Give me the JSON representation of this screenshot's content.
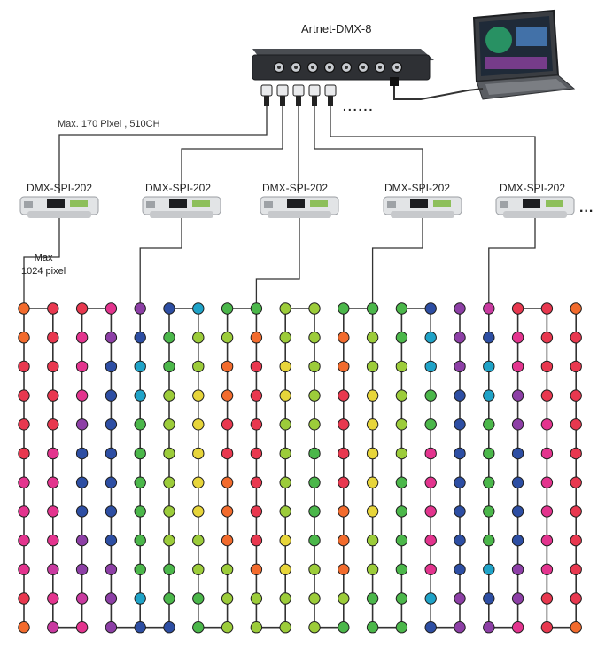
{
  "hub": {
    "label": "Artnet-DMX-8",
    "ellipsis": "......"
  },
  "info": "Max. 170 Pixel , 510CH",
  "controllers": [
    {
      "label": "DMX-SPI-202"
    },
    {
      "label": "DMX-SPI-202"
    },
    {
      "label": "DMX-SPI-202"
    },
    {
      "label": "DMX-SPI-202"
    },
    {
      "label": "DMX-SPI-202"
    }
  ],
  "controllers_more": "...",
  "max_pixel": {
    "line1": "Max",
    "line2": "1024 pixel"
  },
  "palette": {
    "orange": "#f26b2d",
    "red": "#e8384f",
    "pink": "#e3348e",
    "purple": "#8d3fa6",
    "blue": "#2d4ea3",
    "cyan": "#1fa3c8",
    "green": "#4bb74a",
    "lime": "#9ccc3a",
    "yellow": "#e7d53a",
    "magenta": "#c93aa0"
  },
  "pixel_columns": [
    [
      "orange",
      "orange",
      "red",
      "red",
      "red",
      "red",
      "pink",
      "pink",
      "pink",
      "pink",
      "red",
      "orange"
    ],
    [
      "red",
      "red",
      "red",
      "red",
      "red",
      "pink",
      "pink",
      "pink",
      "pink",
      "magenta",
      "pink",
      "magenta"
    ],
    [
      "red",
      "pink",
      "pink",
      "pink",
      "purple",
      "blue",
      "blue",
      "blue",
      "purple",
      "purple",
      "magenta",
      "pink"
    ],
    [
      "pink",
      "purple",
      "blue",
      "blue",
      "blue",
      "blue",
      "blue",
      "blue",
      "blue",
      "purple",
      "purple",
      "purple"
    ],
    [
      "purple",
      "blue",
      "cyan",
      "cyan",
      "green",
      "green",
      "green",
      "green",
      "green",
      "green",
      "cyan",
      "blue"
    ],
    [
      "blue",
      "green",
      "green",
      "lime",
      "lime",
      "lime",
      "lime",
      "lime",
      "lime",
      "green",
      "green",
      "blue"
    ],
    [
      "cyan",
      "lime",
      "lime",
      "yellow",
      "yellow",
      "yellow",
      "yellow",
      "yellow",
      "lime",
      "lime",
      "green",
      "green"
    ],
    [
      "green",
      "lime",
      "orange",
      "orange",
      "red",
      "red",
      "orange",
      "orange",
      "orange",
      "lime",
      "lime",
      "lime"
    ],
    [
      "green",
      "orange",
      "red",
      "red",
      "red",
      "red",
      "red",
      "red",
      "red",
      "orange",
      "lime",
      "lime"
    ],
    [
      "lime",
      "lime",
      "yellow",
      "yellow",
      "lime",
      "lime",
      "lime",
      "lime",
      "yellow",
      "yellow",
      "lime",
      "lime"
    ],
    [
      "lime",
      "lime",
      "lime",
      "lime",
      "lime",
      "green",
      "green",
      "green",
      "green",
      "lime",
      "lime",
      "lime"
    ],
    [
      "green",
      "orange",
      "orange",
      "red",
      "red",
      "red",
      "red",
      "orange",
      "orange",
      "orange",
      "lime",
      "green"
    ],
    [
      "green",
      "lime",
      "lime",
      "yellow",
      "yellow",
      "yellow",
      "yellow",
      "yellow",
      "lime",
      "lime",
      "green",
      "green"
    ],
    [
      "green",
      "green",
      "lime",
      "lime",
      "lime",
      "lime",
      "green",
      "green",
      "green",
      "green",
      "green",
      "green"
    ],
    [
      "blue",
      "cyan",
      "cyan",
      "green",
      "green",
      "pink",
      "pink",
      "pink",
      "pink",
      "pink",
      "cyan",
      "blue"
    ],
    [
      "purple",
      "purple",
      "purple",
      "blue",
      "blue",
      "blue",
      "blue",
      "blue",
      "blue",
      "blue",
      "purple",
      "purple"
    ],
    [
      "magenta",
      "blue",
      "cyan",
      "cyan",
      "green",
      "green",
      "green",
      "green",
      "green",
      "cyan",
      "blue",
      "purple"
    ],
    [
      "red",
      "pink",
      "pink",
      "purple",
      "purple",
      "blue",
      "blue",
      "blue",
      "blue",
      "purple",
      "purple",
      "pink"
    ],
    [
      "red",
      "red",
      "red",
      "red",
      "pink",
      "pink",
      "pink",
      "pink",
      "pink",
      "pink",
      "red",
      "red"
    ],
    [
      "orange",
      "red",
      "red",
      "red",
      "red",
      "red",
      "red",
      "red",
      "red",
      "red",
      "red",
      "orange"
    ]
  ]
}
